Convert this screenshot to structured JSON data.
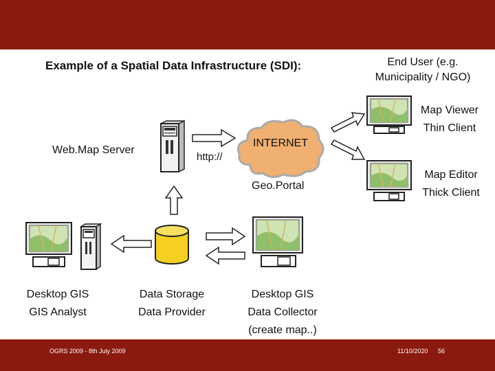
{
  "slide": {
    "title": "Example of a Spatial Data Infrastructure (SDI):",
    "colors": {
      "bar": "#8b1a0e",
      "cloud": "#f0b071",
      "db": "#f5d020",
      "screen_map": "#8fbf6a"
    }
  },
  "nodes": {
    "end_user": {
      "line1": "End User (e.g.",
      "line2": "Municipality / NGO)"
    },
    "map_viewer": {
      "line1": "Map Viewer",
      "line2": "Thin Client"
    },
    "map_editor": {
      "line1": "Map Editor",
      "line2": "Thick Client"
    },
    "webmap_server": {
      "label": "Web.Map Server"
    },
    "http": {
      "label": "http://"
    },
    "internet": {
      "label": "INTERNET"
    },
    "geoportal": {
      "label": "Geo.Portal"
    },
    "desktop_analyst": {
      "line1": "Desktop GIS",
      "line2": "GIS Analyst"
    },
    "data_storage": {
      "line1": "Data Storage",
      "line2": "Data Provider"
    },
    "desktop_collector": {
      "line1": "Desktop GIS",
      "line2": "Data Collector",
      "line3": "(create map..)"
    }
  },
  "footer": {
    "left": "OGRS 2009 - 8th July 2009",
    "date": "11/10/2020",
    "page": "56"
  }
}
